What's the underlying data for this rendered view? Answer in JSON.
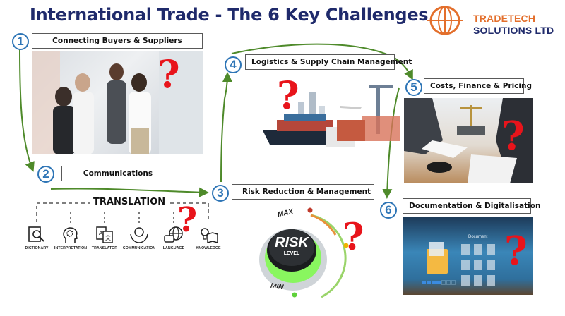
{
  "header": {
    "title": "International Trade - The 6 Key Challenges"
  },
  "logo": {
    "line1": "TRADETECH",
    "line2": "SOLUTIONS LTD",
    "icon": "globe-icon",
    "colors": {
      "orange": "#e36f2c",
      "navy": "#1f2a6b"
    }
  },
  "challenges": [
    {
      "number": "1",
      "label": "Connecting Buyers & Suppliers",
      "image": "business-handshake-photo"
    },
    {
      "number": "2",
      "label": "Communications",
      "image": "translation-icons"
    },
    {
      "number": "3",
      "label": "Risk Reduction & Management",
      "image": "risk-level-knob"
    },
    {
      "number": "4",
      "label": "Logistics & Supply Chain Management",
      "image": "shipping-logistics-collage"
    },
    {
      "number": "5",
      "label": "Costs, Finance & Pricing",
      "image": "legal-finance-desk-photo"
    },
    {
      "number": "6",
      "label": "Documentation  & Digitalisation",
      "image": "digital-documents-photo"
    }
  ],
  "translation": {
    "title": "TRANSLATION",
    "items": [
      {
        "label": "DICTIONARY",
        "icon": "dictionary-icon"
      },
      {
        "label": "INTERPRETATION",
        "icon": "interpretation-icon"
      },
      {
        "label": "TRANSLATOR",
        "icon": "translator-icon"
      },
      {
        "label": "COMMUNICATION",
        "icon": "communication-icon"
      },
      {
        "label": "LANGUAGE",
        "icon": "language-icon"
      },
      {
        "label": "KNOWLEDGE",
        "icon": "knowledge-icon"
      }
    ]
  },
  "risk_knob": {
    "center_text": "RISK",
    "sub_text": "LEVEL",
    "max_label": "MAX",
    "min_label": "MIN"
  },
  "documentation_image": {
    "overlay_text": "Document"
  },
  "question_mark": "?",
  "colors": {
    "title": "#1f2a6b",
    "number_circle": "#2e75b6",
    "arrow": "#4e8a2a",
    "question_mark": "#e8141b"
  }
}
